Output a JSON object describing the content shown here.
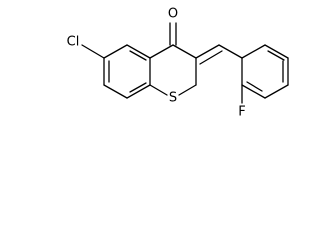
{
  "structure": {
    "atoms": {
      "chlorine": "Cl",
      "oxygen": "O",
      "sulfur": "S",
      "fluorine": "F"
    },
    "colors": {
      "bond": "#000000",
      "background": "#ffffff"
    }
  }
}
